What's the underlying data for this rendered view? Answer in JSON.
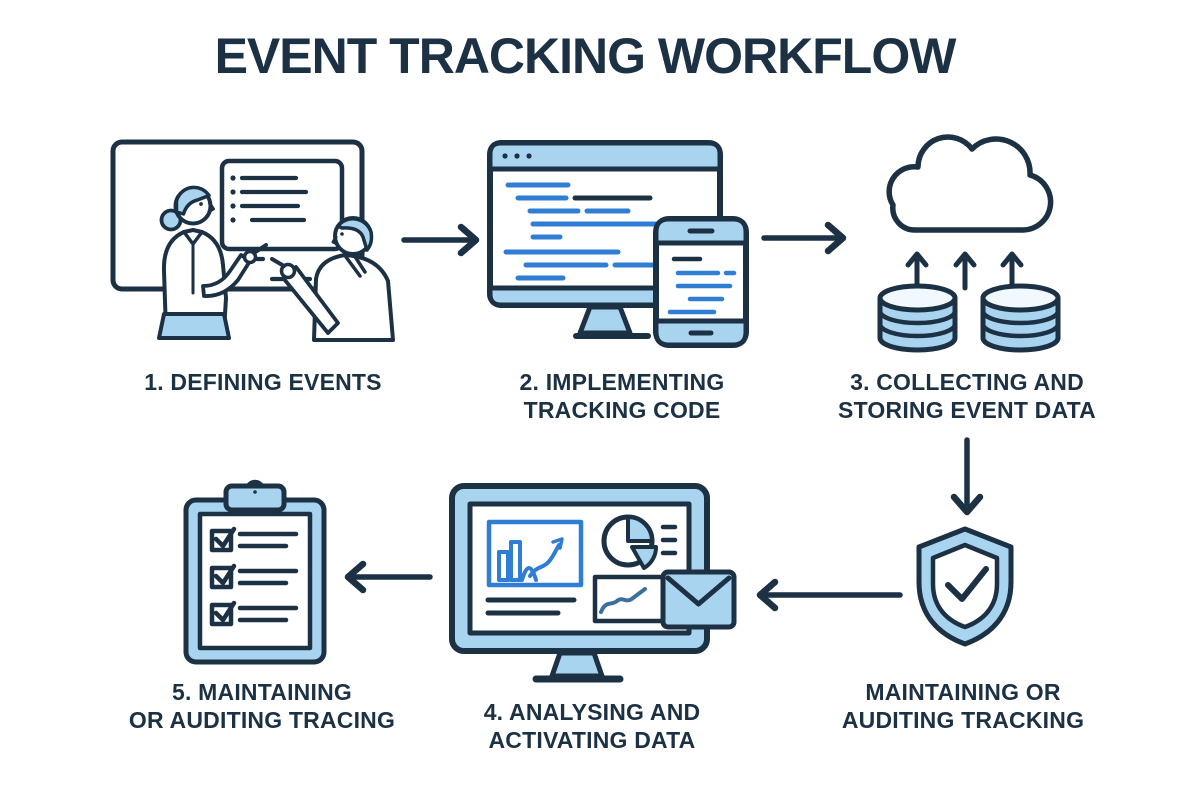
{
  "title": "EVENT TRACKING WORKFLOW",
  "colors": {
    "outline_navy": "#1C3144",
    "fill_light_blue": "#A9D4F0",
    "code_line_blue": "#2F7ED3",
    "chart_line_steel_blue": "#3A6F9F",
    "background": "#FFFFFF"
  },
  "steps": [
    {
      "id": 1,
      "icon": "people-whiteboard-icon",
      "lines": [
        "1. DEFINING EVENTS"
      ]
    },
    {
      "id": 2,
      "icon": "monitor-code-icon",
      "lines": [
        "2. IMPLEMENTING",
        "TRACKING CODE"
      ]
    },
    {
      "id": 3,
      "icon": "cloud-databases-icon",
      "lines": [
        "3. COLLECTING AND",
        "STORING EVENT DATA"
      ]
    },
    {
      "id": 4,
      "icon": "analytics-monitor-icon",
      "lines": [
        "4. ANALYSING AND",
        "ACTIVATING DATA"
      ]
    },
    {
      "id": 5,
      "icon": "clipboard-checklist-icon",
      "lines": [
        "5. MAINTAINING",
        "OR AUDITING TRACING"
      ]
    }
  ],
  "shield": {
    "icon": "shield-check-icon",
    "lines": [
      "MAINTAINING OR",
      "AUDITING TRACKING"
    ]
  },
  "connectors": [
    {
      "name": "arrow-step1-to-step2",
      "direction": "right"
    },
    {
      "name": "arrow-step2-to-step3",
      "direction": "right"
    },
    {
      "name": "arrow-step3-to-shield",
      "direction": "down"
    },
    {
      "name": "arrow-shield-to-step4",
      "direction": "left"
    },
    {
      "name": "arrow-step4-to-step5",
      "direction": "left"
    }
  ]
}
